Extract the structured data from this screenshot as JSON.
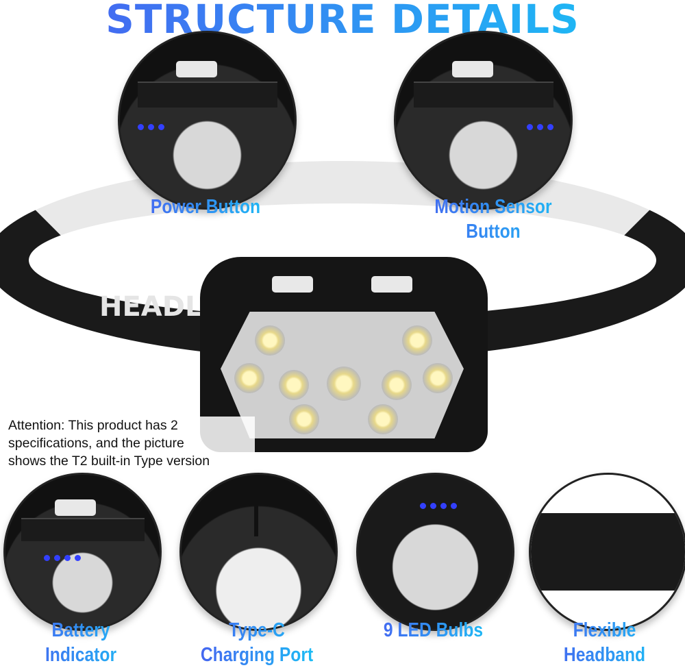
{
  "title": "STRUCTURE DETAILS",
  "band_print": "HEADL",
  "attention": [
    "Attention: This product has 2",
    "specifications, and the picture",
    "shows the T2 built-in Type version"
  ],
  "callouts_top": [
    {
      "label": [
        "Power Button"
      ]
    },
    {
      "label": [
        "Motion Sensor",
        "Button"
      ]
    }
  ],
  "callouts_bottom": [
    {
      "label": [
        "Battery",
        "Indicator"
      ]
    },
    {
      "label": [
        "Type-C",
        "Charging Port"
      ]
    },
    {
      "label": [
        "9 LED Bulbs"
      ]
    },
    {
      "label": [
        "Flexible",
        "Headband"
      ]
    }
  ],
  "colors": {
    "title_gradient_start": "#4a5cf0",
    "title_gradient_end": "#17c6f5",
    "indicator_led": "#3340ff"
  }
}
